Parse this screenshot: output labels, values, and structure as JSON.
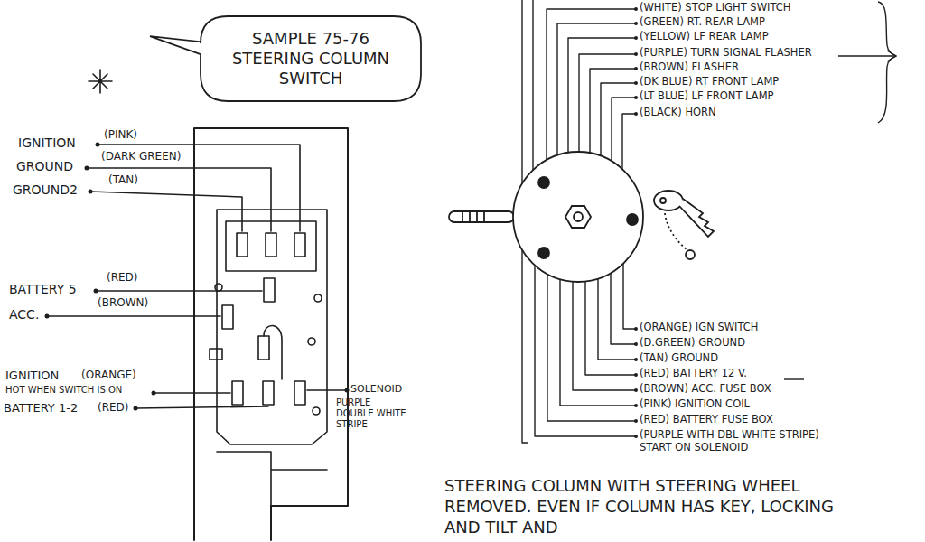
{
  "diagram": {
    "caption": "STEERING COLUMN WITH STEERING WHEEL REMOVED. EVEN IF COLUMN HAS KEY, LOCKING AND TILT AND",
    "nodes": [
      {
        "text": [
          "SAMPLE 75-76 STEERING COLUMN SWITCH"
        ]
      }
    ],
    "edges": [],
    "labels": [
      "IGNITION",
      "(PINK)",
      "GROUND",
      "(DARK GREEN)",
      "GROUND2",
      "(TAN)",
      "BATTERY 5",
      "(RED)",
      "ACC.",
      "(BROWN)",
      "IGNITION",
      "(ORANGE)",
      "HOT WHEN SWITCH IS ON",
      "BATTERY 1-2",
      "(RED)",
      "SOLENOID",
      "PURPLE DOUBLE WHITE STRIPE",
      "(WHITE) STOP LIGHT SWITCH",
      "(GREEN) RT. REAR LAMP",
      "(YELLOW) LF REAR LAMP",
      "(PURPLE) TURN SIGNAL FLASHER",
      "(BROWN) FLASHER",
      "(DK BLUE) RT FRONT LAMP",
      "(LT BLUE) LF FRONT LAMP",
      "(BLACK) HORN",
      "(ORANGE) IGN SWITCH",
      "(D.GREEN) GROUND",
      "(TAN) GROUND",
      "(RED) BATTERY 12 V.",
      "(BROWN) ACC. FUSE BOX",
      "(PINK) IGNITION COIL",
      "(RED) BATTERY FUSE BOX",
      "(PURPLE WITH DBL WHITE STRIPE) START ON SOLENOID"
    ]
  }
}
